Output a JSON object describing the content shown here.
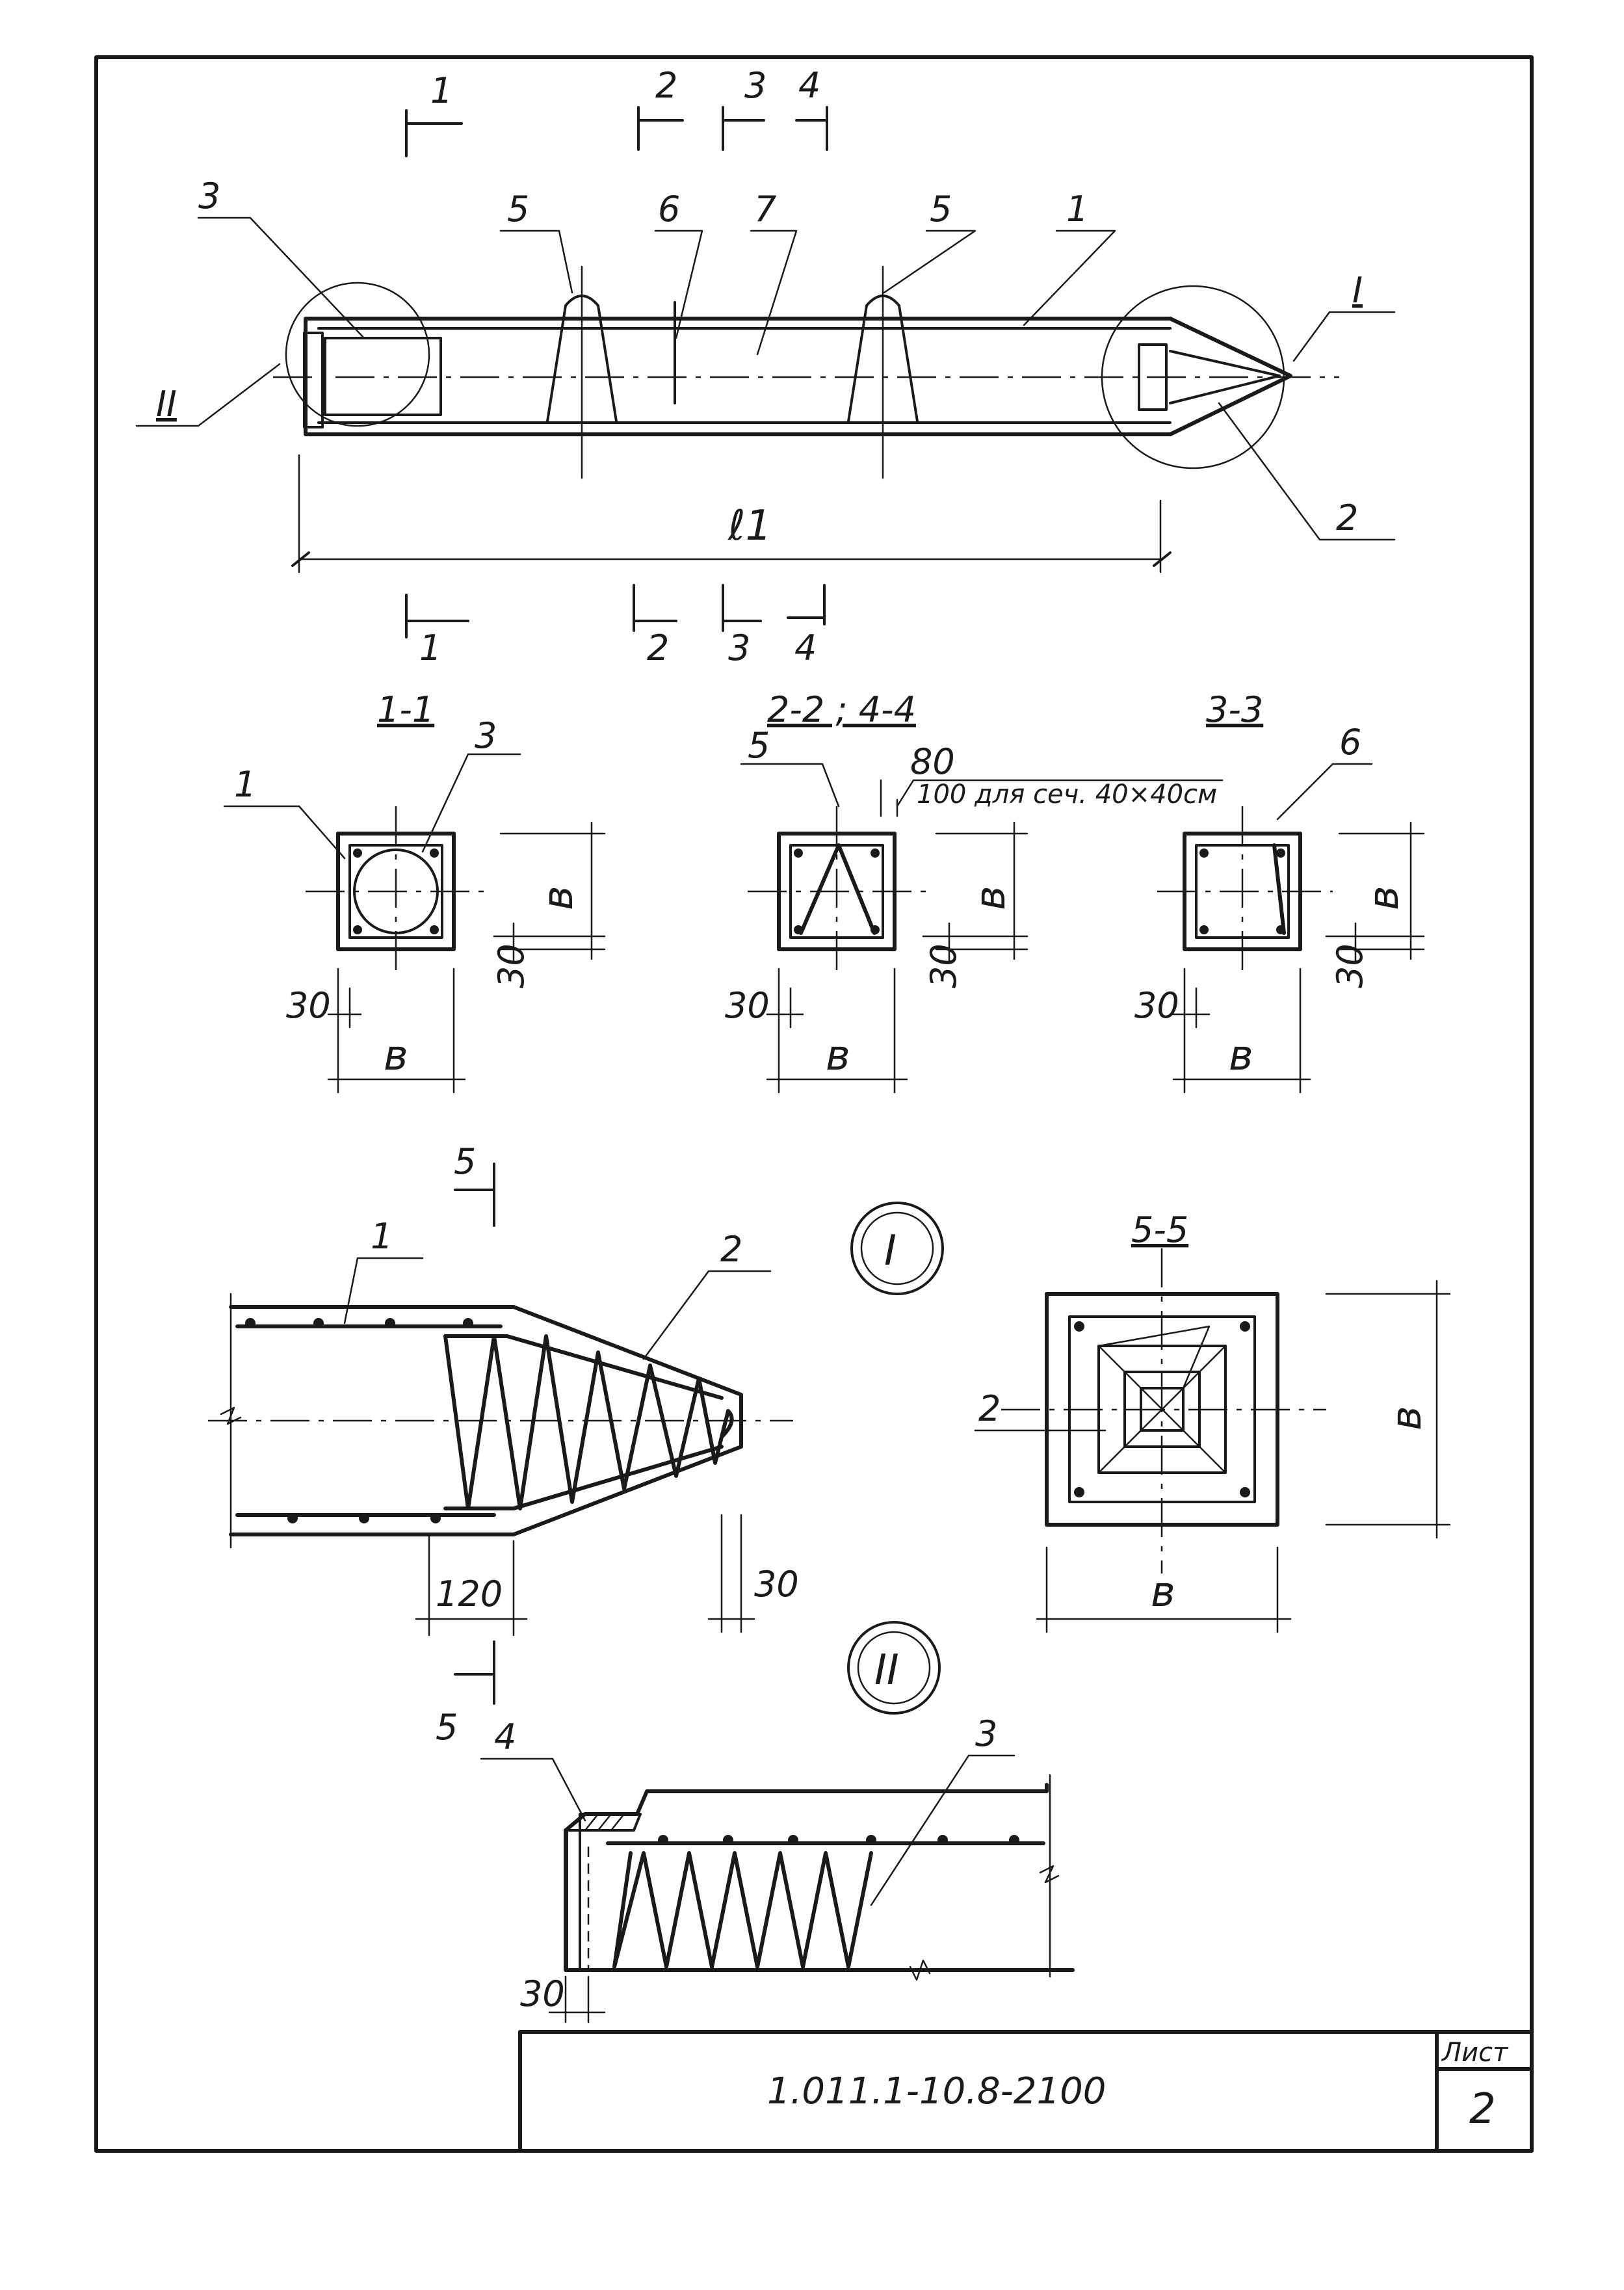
{
  "section_marks": {
    "top": [
      "1",
      "2",
      "3",
      "4"
    ],
    "bottom": [
      "1",
      "2",
      "3",
      "4"
    ]
  },
  "pile": {
    "callouts": [
      "3",
      "5",
      "6",
      "7",
      "5",
      "1",
      "I",
      "II",
      "2"
    ],
    "length_label": "ℓ1"
  },
  "sections": {
    "s11": {
      "title": "1-1",
      "callouts": [
        "1",
        "3"
      ],
      "dims": [
        "в",
        "30",
        "30",
        "в"
      ]
    },
    "s22": {
      "title": "2-2 ; 4-4",
      "callouts": [
        "5"
      ],
      "note_value": "80",
      "note_text": "100 для сеч. 40×40см",
      "dims": [
        "в",
        "30",
        "30",
        "в"
      ]
    },
    "s33": {
      "title": "3-3",
      "callouts": [
        "6"
      ],
      "dims": [
        "в",
        "30",
        "30",
        "в"
      ]
    }
  },
  "detail_I": {
    "label": "I",
    "callouts": [
      "1",
      "2"
    ],
    "section_mark": "5",
    "dims": [
      "120",
      "30"
    ]
  },
  "section_55": {
    "title": "5-5",
    "callout": "2",
    "dims": [
      "в",
      "в"
    ]
  },
  "detail_II": {
    "label": "II",
    "callouts": [
      "4",
      "3"
    ],
    "dims": [
      "30"
    ]
  },
  "title_block": {
    "code": "1.011.1-10.8-2100",
    "sheet_label": "Лист",
    "sheet_number": "2"
  }
}
